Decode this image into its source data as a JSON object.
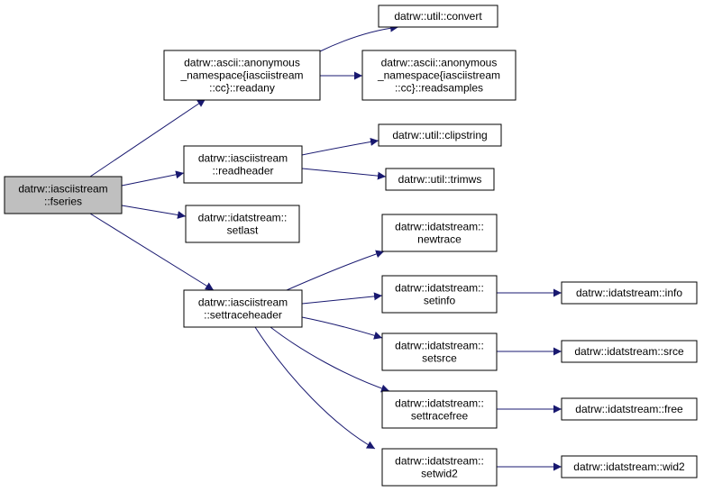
{
  "colors": {
    "edge": "#191970",
    "node_border": "#000000",
    "node_fill": "#ffffff",
    "root_fill": "#bfbfbf"
  },
  "nodes": {
    "fseries": [
      "datrw::iasciistream",
      "::fseries"
    ],
    "readany": [
      "datrw::ascii::anonymous",
      "_namespace{iasciistream",
      "::cc}::readany"
    ],
    "convert": [
      "datrw::util::convert"
    ],
    "readsamples": [
      "datrw::ascii::anonymous",
      "_namespace{iasciistream",
      "::cc}::readsamples"
    ],
    "readheader": [
      "datrw::iasciistream",
      "::readheader"
    ],
    "clipstring": [
      "datrw::util::clipstring"
    ],
    "trimws": [
      "datrw::util::trimws"
    ],
    "setlast": [
      "datrw::idatstream::",
      "setlast"
    ],
    "settraceheader": [
      "datrw::iasciistream",
      "::settraceheader"
    ],
    "newtrace": [
      "datrw::idatstream::",
      "newtrace"
    ],
    "setinfo": [
      "datrw::idatstream::",
      "setinfo"
    ],
    "info": [
      "datrw::idatstream::info"
    ],
    "setsrce": [
      "datrw::idatstream::",
      "setsrce"
    ],
    "srce": [
      "datrw::idatstream::srce"
    ],
    "settracefree": [
      "datrw::idatstream::",
      "settracefree"
    ],
    "free": [
      "datrw::idatstream::free"
    ],
    "setwid2": [
      "datrw::idatstream::",
      "setwid2"
    ],
    "wid2": [
      "datrw::idatstream::wid2"
    ]
  },
  "edges": [
    [
      "fseries",
      "readany"
    ],
    [
      "fseries",
      "readheader"
    ],
    [
      "fseries",
      "setlast"
    ],
    [
      "fseries",
      "settraceheader"
    ],
    [
      "readany",
      "convert"
    ],
    [
      "readany",
      "readsamples"
    ],
    [
      "readheader",
      "clipstring"
    ],
    [
      "readheader",
      "trimws"
    ],
    [
      "settraceheader",
      "newtrace"
    ],
    [
      "settraceheader",
      "setinfo"
    ],
    [
      "settraceheader",
      "setsrce"
    ],
    [
      "settraceheader",
      "settracefree"
    ],
    [
      "settraceheader",
      "setwid2"
    ],
    [
      "setinfo",
      "info"
    ],
    [
      "setsrce",
      "srce"
    ],
    [
      "settracefree",
      "free"
    ],
    [
      "setwid2",
      "wid2"
    ]
  ]
}
